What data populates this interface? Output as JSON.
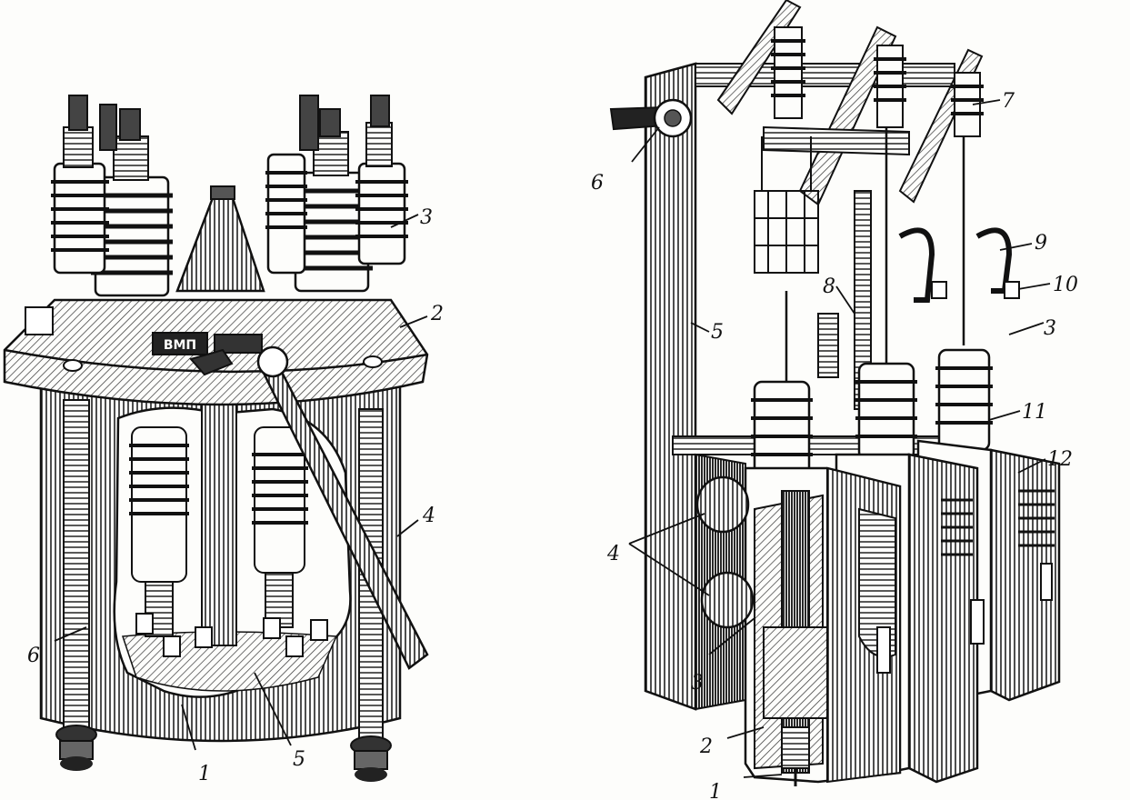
{
  "colors": {
    "ink": "#151515",
    "shade": "#3a3a3a",
    "paper": "#fdfdfb",
    "mid": "#8a8a8a",
    "light": "#d8d8d4"
  },
  "left_figure": {
    "plate_text": "ВМП",
    "labels": {
      "l1": "1",
      "l2": "2",
      "l3": "3",
      "l4": "4",
      "l5": "5",
      "l6": "6"
    }
  },
  "right_figure": {
    "labels": {
      "r1": "1",
      "r2": "2",
      "r3a": "3",
      "r3b": "3",
      "r4": "4",
      "r5": "5",
      "r6": "6",
      "r7": "7",
      "r8": "8",
      "r9": "9",
      "r10": "10",
      "r11": "11",
      "r12": "12"
    }
  }
}
